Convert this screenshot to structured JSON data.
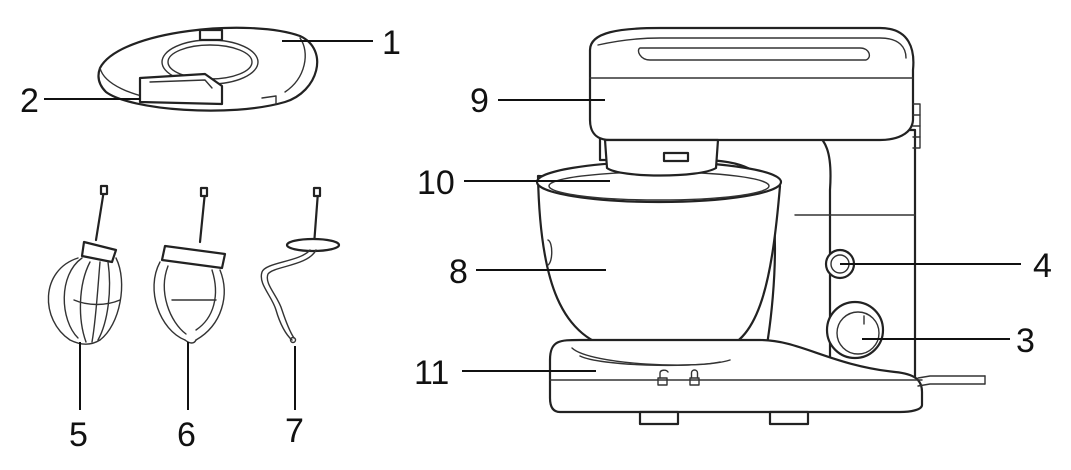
{
  "labels": {
    "splash_guard": "1",
    "pour_spout": "2",
    "power_button": "4",
    "speed_knob": "3",
    "whisk": "5",
    "beater": "6",
    "dough_hook": "7",
    "bowl": "8",
    "motor_head": "9",
    "bowl_lid_ring": "10",
    "base": "11"
  },
  "icons": [
    "unlock-icon",
    "lock-icon"
  ]
}
